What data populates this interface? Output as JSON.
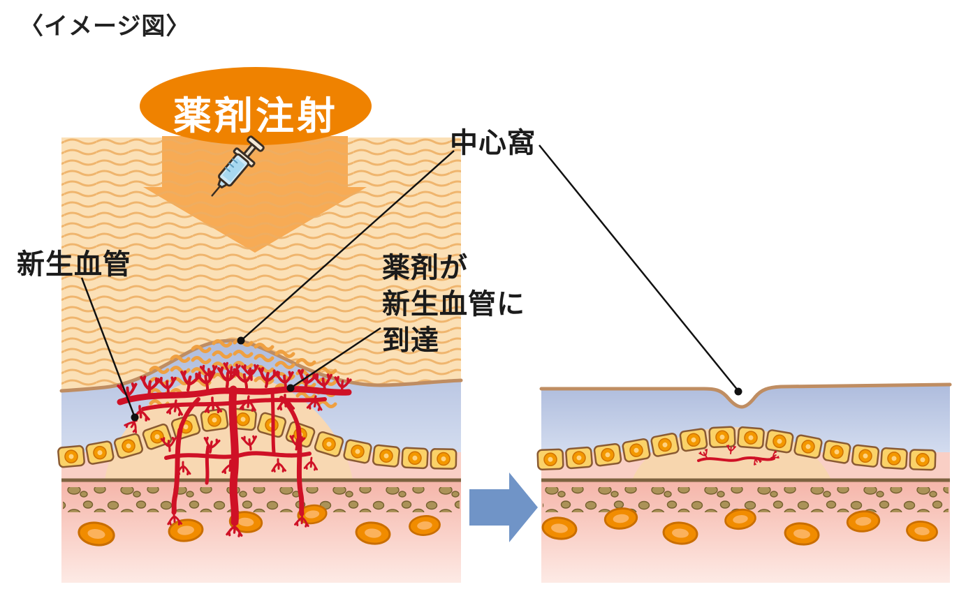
{
  "title": "〈イメージ図〉",
  "injection_label": "薬剤注射",
  "fovea_label": "中心窩",
  "vessels_label": "新生血管",
  "reach_label": "薬剤が\n新生血管に\n到達",
  "colors": {
    "injection_bubble": "#ef8200",
    "injection_arrow": "#f7ab55",
    "vitreous_bg": "#fbe0b6",
    "wave_line": "#eeae62",
    "drug_drip": "#efa041",
    "retina_blue_top": "#aebcdd",
    "retina_blue_bottom": "#d3dcef",
    "membrane_tan": "#bf8d62",
    "mound_tan": "#f8d8b2",
    "cell_yellow": "#fad269",
    "cell_outline": "#8a5a32",
    "cell_nucleus": "#f39800",
    "vessel_red": "#cf1126",
    "rpe_line_brown": "#7d6240",
    "dot_olive": "#ab9258",
    "choroid_pink": "#f5b5a9",
    "oval_orange": "#f18c00",
    "transition_arrow": "#7094c7",
    "leader_line": "#111111"
  }
}
